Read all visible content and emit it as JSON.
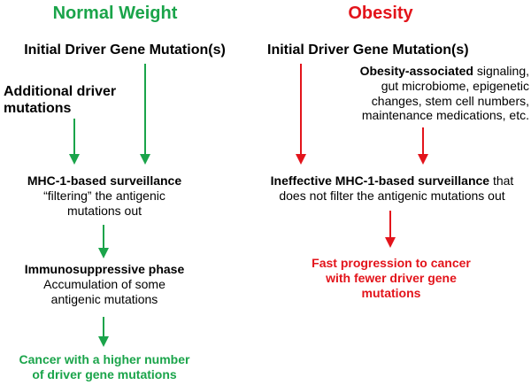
{
  "colors": {
    "normal": "#1aa44a",
    "obesity": "#e3141b",
    "text": "#000000"
  },
  "left": {
    "title": "Normal Weight",
    "initial": "Initial Driver Gene Mutation(s)",
    "additional_line1": "Additional driver",
    "additional_line2": "mutations",
    "mhc_bold": "MHC-1-based surveillance",
    "mhc_line2": "“filtering” the antigenic",
    "mhc_line3": "mutations out",
    "immuno_bold": "Immunosuppressive phase",
    "immuno_line2": "Accumulation of some",
    "immuno_line3": "antigenic mutations",
    "outcome_line1": "Cancer with a higher number",
    "outcome_line2": "of driver gene mutations"
  },
  "right": {
    "title": "Obesity",
    "initial": "Initial Driver Gene Mutation(s)",
    "factors_bold": "Obesity-associated",
    "factors_line1_rest": " signaling,",
    "factors_line2": "gut microbiome, epigenetic",
    "factors_line3": "changes, stem cell numbers,",
    "factors_line4": "maintenance medications, etc.",
    "ineffective_bold": "Ineffective MHC-1-based surveillance",
    "ineffective_line1_rest": " that",
    "ineffective_line2": "does not filter the antigenic mutations out",
    "outcome_line1": "Fast progression to cancer",
    "outcome_line2": "with fewer driver gene",
    "outcome_line3": "mutations"
  }
}
